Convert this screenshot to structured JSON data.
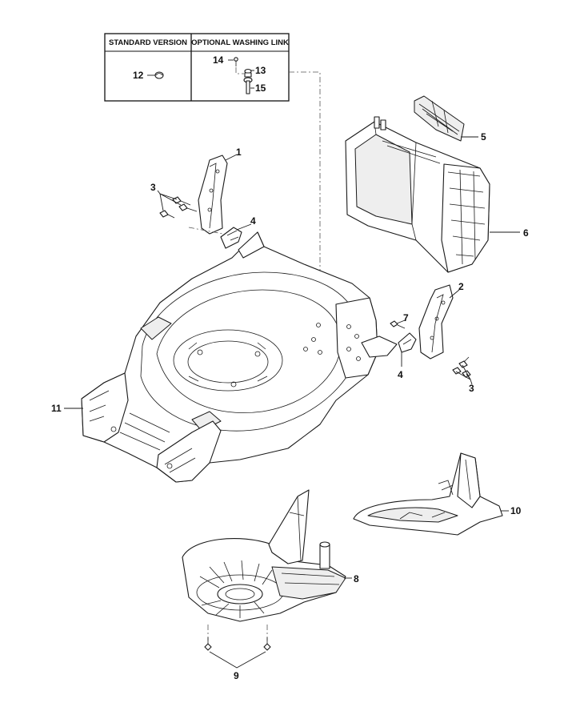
{
  "legend_box": {
    "standard_title": "STANDARD VERSION",
    "optional_title": "OPTIONAL WASHING LINK"
  },
  "callouts": {
    "p1": "1",
    "p2": "2",
    "p3a": "3",
    "p3b": "3",
    "p4a": "4",
    "p4b": "4",
    "p5": "5",
    "p6": "6",
    "p7": "7",
    "p8": "8",
    "p9": "9",
    "p10": "10",
    "p11": "11",
    "p12": "12",
    "p13": "13",
    "p14": "14",
    "p15": "15"
  }
}
